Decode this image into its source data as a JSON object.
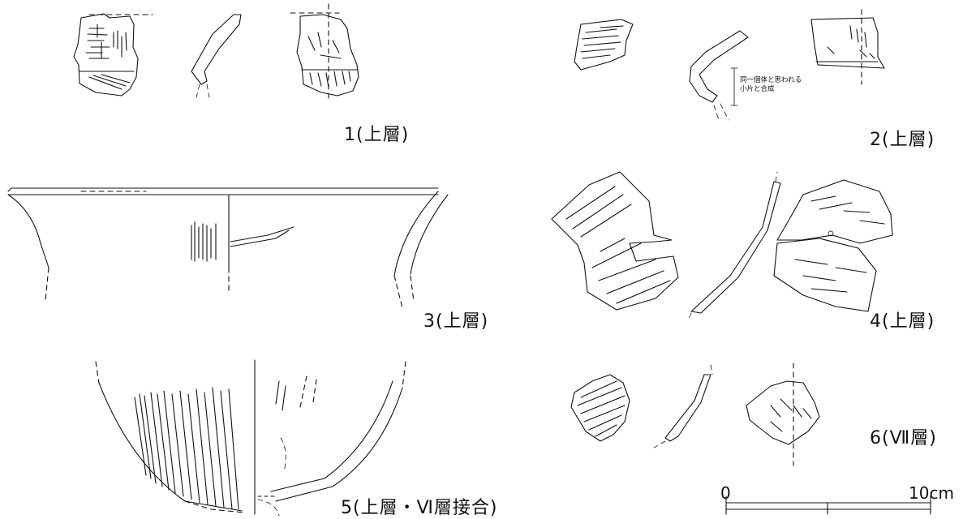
{
  "figures": [
    {
      "id": "1",
      "label": "1(上層)"
    },
    {
      "id": "2",
      "label": "2(上層)",
      "note_line1": "同一個体と思われる",
      "note_line2": "小片と合成"
    },
    {
      "id": "3",
      "label": "3(上層)"
    },
    {
      "id": "4",
      "label": "4(上層)"
    },
    {
      "id": "5",
      "label": "5(上層・Ⅵ層接合)"
    },
    {
      "id": "6",
      "label": "6(Ⅶ層)"
    }
  ],
  "scale_bar": {
    "start": "0",
    "end": "10cm"
  }
}
